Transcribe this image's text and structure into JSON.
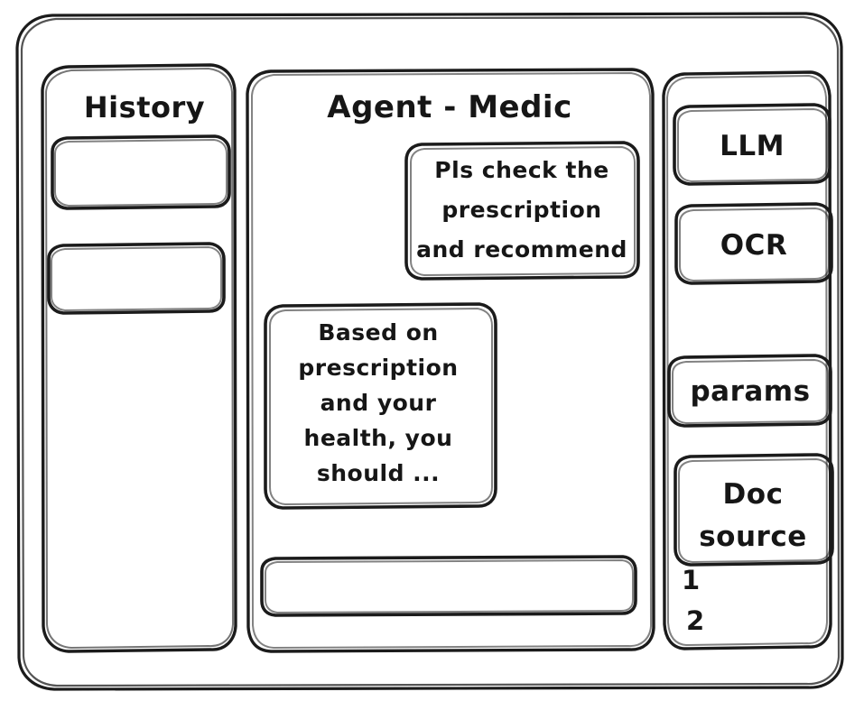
{
  "app": {
    "window_title": "",
    "background_color": "#ffffff",
    "ink_color": "#1b1b1b",
    "style": "hand-drawn-wireframe"
  },
  "sidebar_left": {
    "title": "History",
    "items": [
      {
        "label": "",
        "name": "history-item-1"
      },
      {
        "label": "",
        "name": "history-item-2"
      }
    ]
  },
  "main": {
    "title": "Agent - Medic",
    "messages": [
      {
        "role": "user",
        "align": "right",
        "lines": [
          "Pls check the",
          "prescription",
          "and recommend"
        ],
        "text": "Pls check the prescription and recommend"
      },
      {
        "role": "assistant",
        "align": "left",
        "lines": [
          "Based on",
          "prescription",
          "and your",
          "health, you",
          "should ..."
        ],
        "text": "Based on prescription and your health, you should ..."
      }
    ],
    "composer": {
      "value": "",
      "placeholder": ""
    }
  },
  "sidebar_right": {
    "cards": [
      {
        "label": "LLM",
        "name": "llm-card"
      },
      {
        "label": "OCR",
        "name": "ocr-card"
      },
      {
        "label": "params",
        "name": "params-card"
      },
      {
        "label": "Doc\nsource",
        "line1": "Doc",
        "line2": "source",
        "name": "doc-source-card"
      }
    ],
    "doc_sources": [
      {
        "label": "1"
      },
      {
        "label": "2"
      }
    ]
  }
}
